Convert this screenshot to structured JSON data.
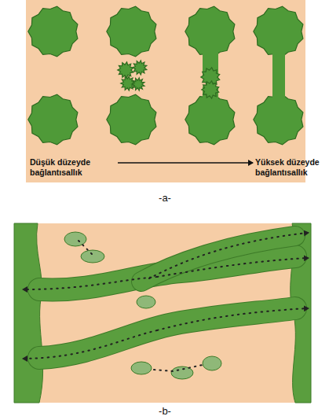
{
  "diagram": {
    "labels": [
      "Düşük düzeyde bağlantısallık",
      "Yüksek düzeyde bağlantısallık",
      "-a-",
      "-b-"
    ]
  }
}
